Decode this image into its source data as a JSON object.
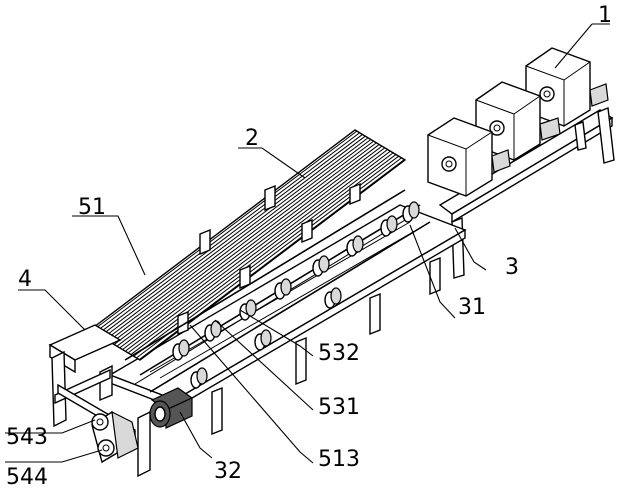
{
  "labels": {
    "l1": "1",
    "l2": "2",
    "l3": "3",
    "l4": "4",
    "l31": "31",
    "l32": "32",
    "l51": "51",
    "l513": "513",
    "l531": "531",
    "l532": "532",
    "l543": "543",
    "l544": "544"
  }
}
